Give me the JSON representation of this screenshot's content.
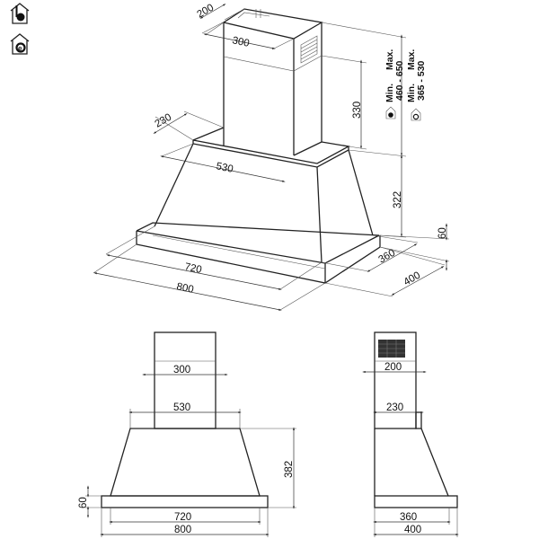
{
  "legend": {
    "icons": [
      "house-extraction-icon",
      "house-recirculation-icon"
    ]
  },
  "iso_view": {
    "chimney_depth": "200",
    "chimney_width": "300",
    "chimney_height": "330",
    "hood_top_depth": "230",
    "hood_top_width": "530",
    "hood_height": "322",
    "base_height": "60",
    "inner_width": "720",
    "total_width": "800",
    "inner_depth": "360",
    "total_depth": "400",
    "extraction_range": {
      "min_label": "Min.",
      "max_label": "Max.",
      "values": "460 - 650"
    },
    "recirculation_range": {
      "min_label": "Min.",
      "max_label": "Max.",
      "values": "365 - 530"
    }
  },
  "front_view": {
    "chimney_width": "300",
    "hood_top_width": "530",
    "hood_height": "382",
    "base_height": "60",
    "inner_width": "720",
    "total_width": "800"
  },
  "side_view": {
    "chimney_depth": "200",
    "hood_top_depth": "230",
    "inner_depth": "360",
    "total_depth": "400"
  }
}
